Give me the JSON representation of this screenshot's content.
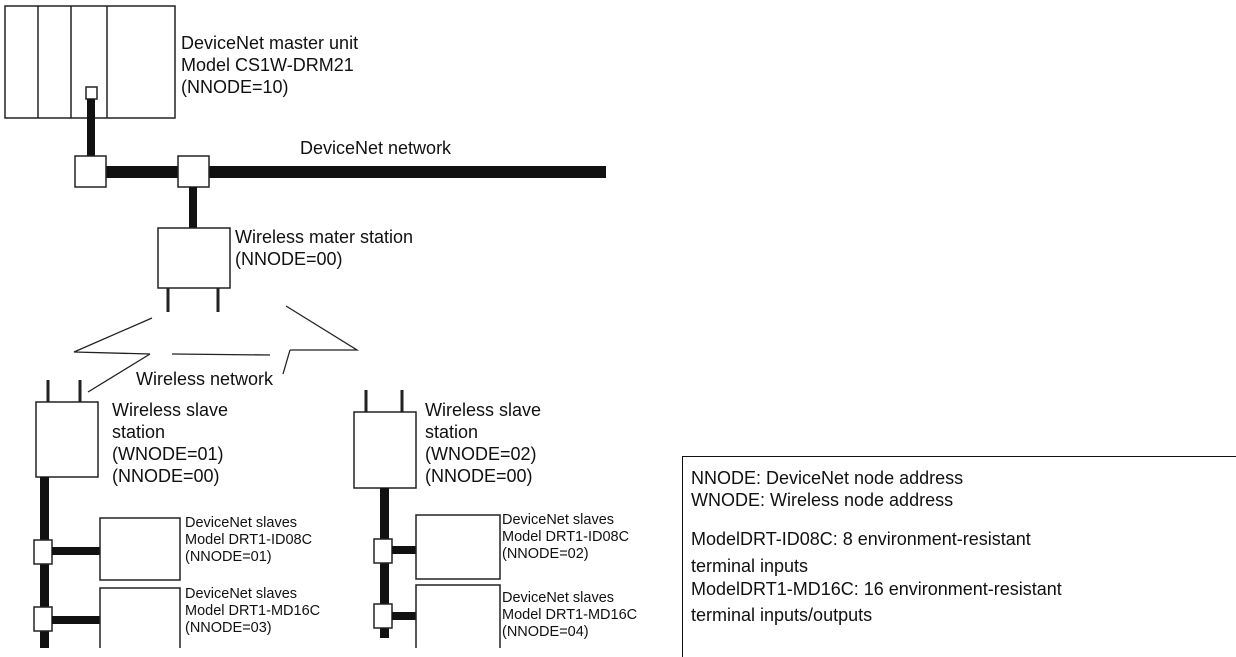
{
  "master_unit": {
    "line1": "DeviceNet master unit",
    "line2": "Model CS1W-DRM21",
    "line3": "(NNODE=10)"
  },
  "network": {
    "devicenet_label": "DeviceNet network",
    "wireless_label": "Wireless network"
  },
  "wireless_master": {
    "line1": "Wireless mater station",
    "line2": "(NNODE=00)"
  },
  "slave_station_left": {
    "line1": "Wireless slave",
    "line2": "station",
    "line3": "(WNODE=01)",
    "line4": "(NNODE=00)"
  },
  "slave_station_right": {
    "line1": "Wireless slave",
    "line2": "station",
    "line3": "(WNODE=02)",
    "line4": "(NNODE=00)"
  },
  "devices": [
    {
      "line1": "DeviceNet slaves",
      "line2": "Model DRT1-ID08C",
      "line3": "(NNODE=01)"
    },
    {
      "line1": "DeviceNet slaves",
      "line2": "Model DRT1-MD16C",
      "line3": "(NNODE=03)"
    },
    {
      "line1": "DeviceNet slaves",
      "line2": "Model DRT1-ID08C",
      "line3": "(NNODE=02)"
    },
    {
      "line1": "DeviceNet slaves",
      "line2": "Model DRT1-MD16C",
      "line3": "(NNODE=04)"
    }
  ],
  "legend": {
    "line1": "NNODE: DeviceNet node address",
    "line2": "WNODE: Wireless node address",
    "line3": "ModelDRT-ID08C: 8 environment-resistant",
    "line4": "terminal inputs",
    "line5": "ModelDRT1-MD16C: 16 environment-resistant",
    "line6": "terminal inputs/outputs"
  }
}
